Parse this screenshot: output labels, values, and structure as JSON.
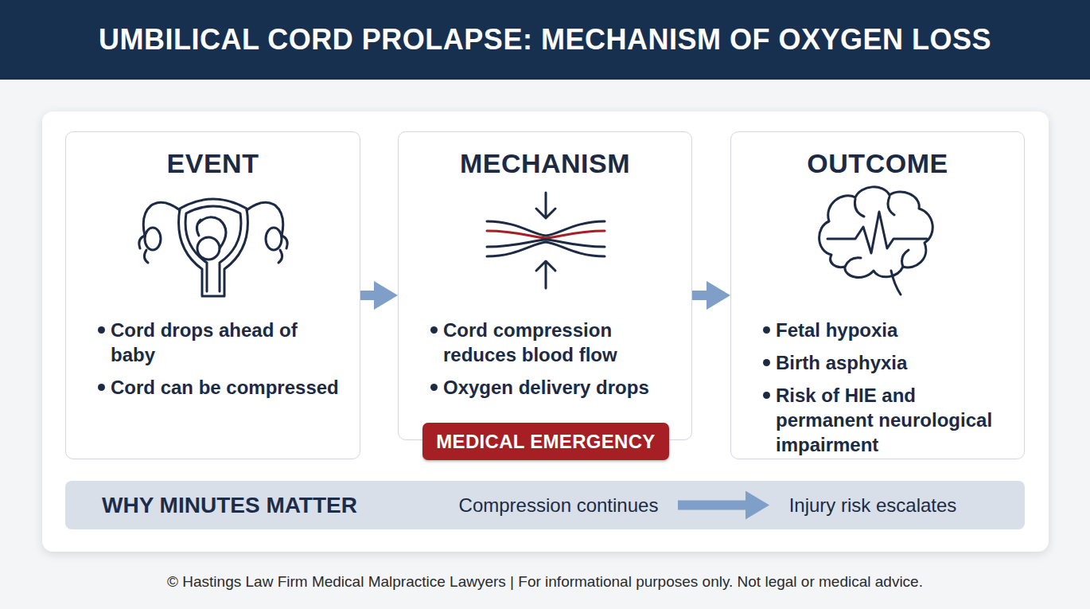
{
  "diagram": {
    "title": "UMBILICAL CORD PROLAPSE: MECHANISM OF OXYGEN LOSS",
    "caption": "© Hastings Law Firm Medical Malpractice Lawyers | For informational purposes only. Not legal or medical advice.",
    "nodes": [
      {
        "text": [
          "EVENT",
          "Cord drops ahead of baby",
          "Cord can be compressed"
        ]
      },
      {
        "text": [
          "MECHANISM",
          "Cord compression reduces blood flow",
          "Oxygen delivery drops"
        ]
      },
      {
        "text": [
          "MEDICAL EMERGENCY"
        ],
        "in": 1
      },
      {
        "text": [
          "OUTCOME",
          "Fetal hypoxia",
          "Birth asphyxia",
          "Risk of HIE and permanent neurological impairment"
        ]
      },
      {
        "text": [
          "WHY MINUTES MATTER"
        ]
      },
      {
        "text": [
          "Compression continues"
        ],
        "in": 4
      },
      {
        "text": [
          "Injury risk escalates"
        ],
        "in": 4
      }
    ],
    "edges": [
      {
        "from": 0,
        "to": 1,
        "arrow": "to"
      },
      {
        "from": 1,
        "to": 3,
        "arrow": "to"
      },
      {
        "from": 5,
        "to": 6,
        "arrow": "to"
      }
    ]
  }
}
